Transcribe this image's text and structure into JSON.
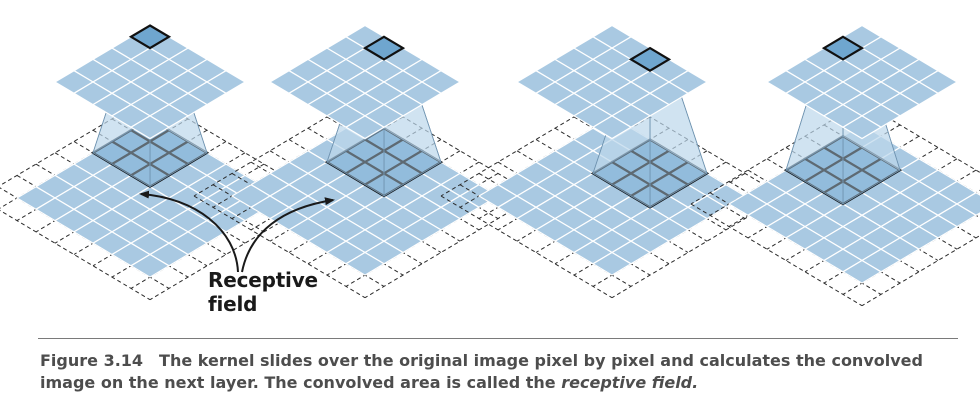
{
  "annotation": {
    "line1": "Receptive",
    "line2": "field"
  },
  "caption": {
    "figure_label": "Figure 3.14",
    "text": "The kernel slides over the original image pixel by pixel and calculates the convolved image on the next layer. The convolved area is called the",
    "emphasis": "receptive field.",
    "text_after": ""
  },
  "panels": [
    {
      "kernel_row": 0,
      "kernel_col": 0,
      "output_row": 0,
      "output_col": 0
    },
    {
      "kernel_row": 0,
      "kernel_col": 1,
      "output_row": 0,
      "output_col": 1
    },
    {
      "kernel_row": 0,
      "kernel_col": 2,
      "output_row": 0,
      "output_col": 2
    },
    {
      "kernel_row": 1,
      "kernel_col": 0,
      "output_row": 1,
      "output_col": 0
    }
  ],
  "grid": {
    "input_size": 7,
    "padded_size": 9,
    "output_size": 5,
    "kernel_size": 3
  },
  "colors": {
    "cell_fill": "#a9c9e2",
    "kernel_fill": "#6fa6cf",
    "cell_line": "#ffffff",
    "dashed_line": "#2b2b2b",
    "highlight_line": "#111111",
    "beam_fill": "#bdd6ea",
    "beam_line": "#6f93b0",
    "caption_color": "#4d4d4d"
  }
}
